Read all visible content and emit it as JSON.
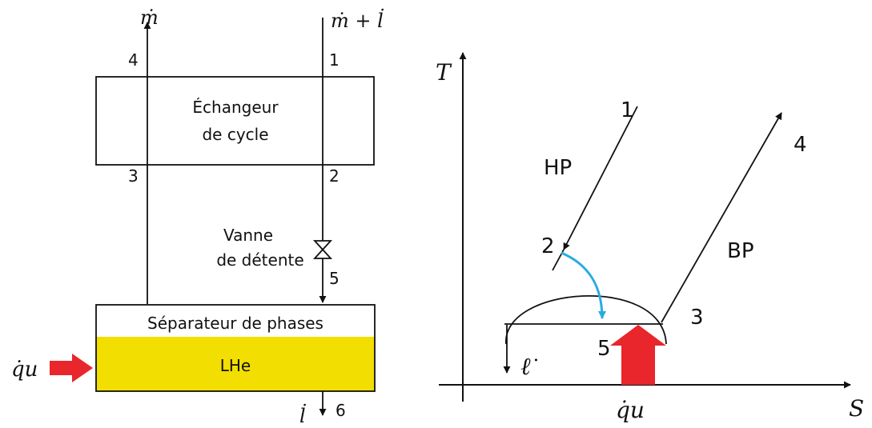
{
  "left": {
    "top_left_flow": "ṁ",
    "top_right_flow": "ṁ + l̇",
    "exchanger_line1": "Échangeur",
    "exchanger_line2": "de cycle",
    "valve_line1": "Vanne",
    "valve_line2": "de détente",
    "separator_label": "Séparateur de phases",
    "liquid_label": "LHe",
    "heat_input": "q̇u",
    "bottom_flow": "l̇",
    "point_labels": {
      "p1": "1",
      "p2": "2",
      "p3": "3",
      "p4": "4",
      "p5": "5",
      "p6": "6"
    },
    "colors": {
      "liquid": "#f2de00",
      "heat_arrow": "#e8262b"
    }
  },
  "right": {
    "axis_y": "T",
    "axis_x": "S",
    "hp_label": "HP",
    "bp_label": "BP",
    "liquid_flow": "ℓ̇",
    "heat_input": "q̇u",
    "point_labels": {
      "p1": "1",
      "p2": "2",
      "p3": "3",
      "p4": "4",
      "p5": "5"
    },
    "colors": {
      "expansion_arrow": "#29abe2",
      "heat_arrow": "#e8262b"
    }
  }
}
